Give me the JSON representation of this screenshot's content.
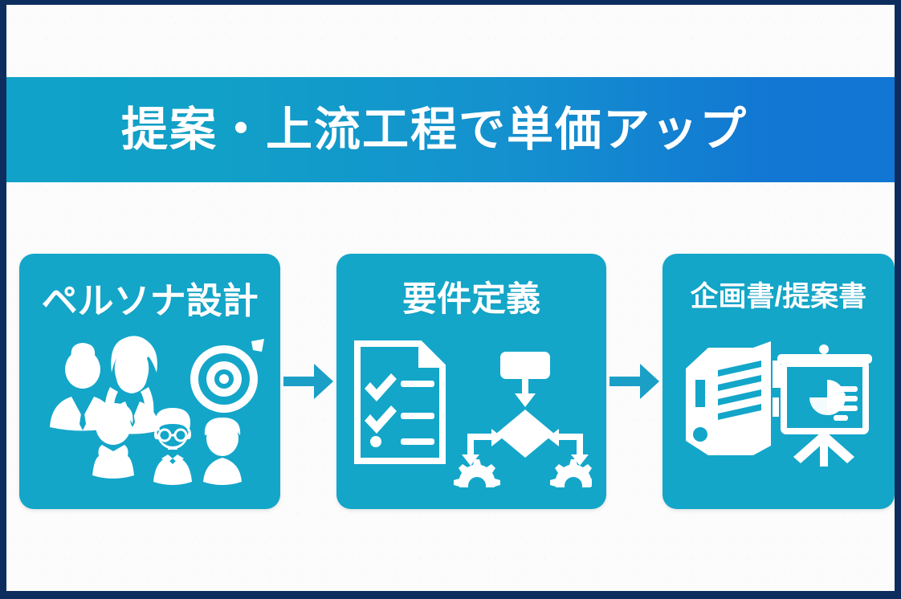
{
  "slide": {
    "frame_color": "#0d2d5e",
    "background_color": "#fcfcfc",
    "banner": {
      "title": "提案・上流工程で単価アップ",
      "gradient_start": "#10a2c9",
      "gradient_end": "#1176d4",
      "text_color": "#ffffff"
    },
    "card_color": "#13a6c9",
    "arrow_color": "#1b9fc6",
    "steps": [
      {
        "id": "persona",
        "title": "ペルソナ設計",
        "icons": [
          "businessman-icon",
          "woman-icon",
          "child-icon",
          "elderly-man-icon",
          "boy-icon",
          "target-arrow-icon"
        ]
      },
      {
        "id": "requirements",
        "title": "要件定義",
        "icons": [
          "checklist-document-icon",
          "flowchart-icon",
          "gear-icon",
          "gear-icon"
        ]
      },
      {
        "id": "proposal",
        "title": "企画書/提案書",
        "icons": [
          "binder-icon",
          "presentation-chart-icon"
        ]
      }
    ],
    "connectors": [
      {
        "id": "arrow-1",
        "glyph": "arrow-right-icon"
      },
      {
        "id": "arrow-2",
        "glyph": "arrow-right-icon"
      }
    ]
  }
}
